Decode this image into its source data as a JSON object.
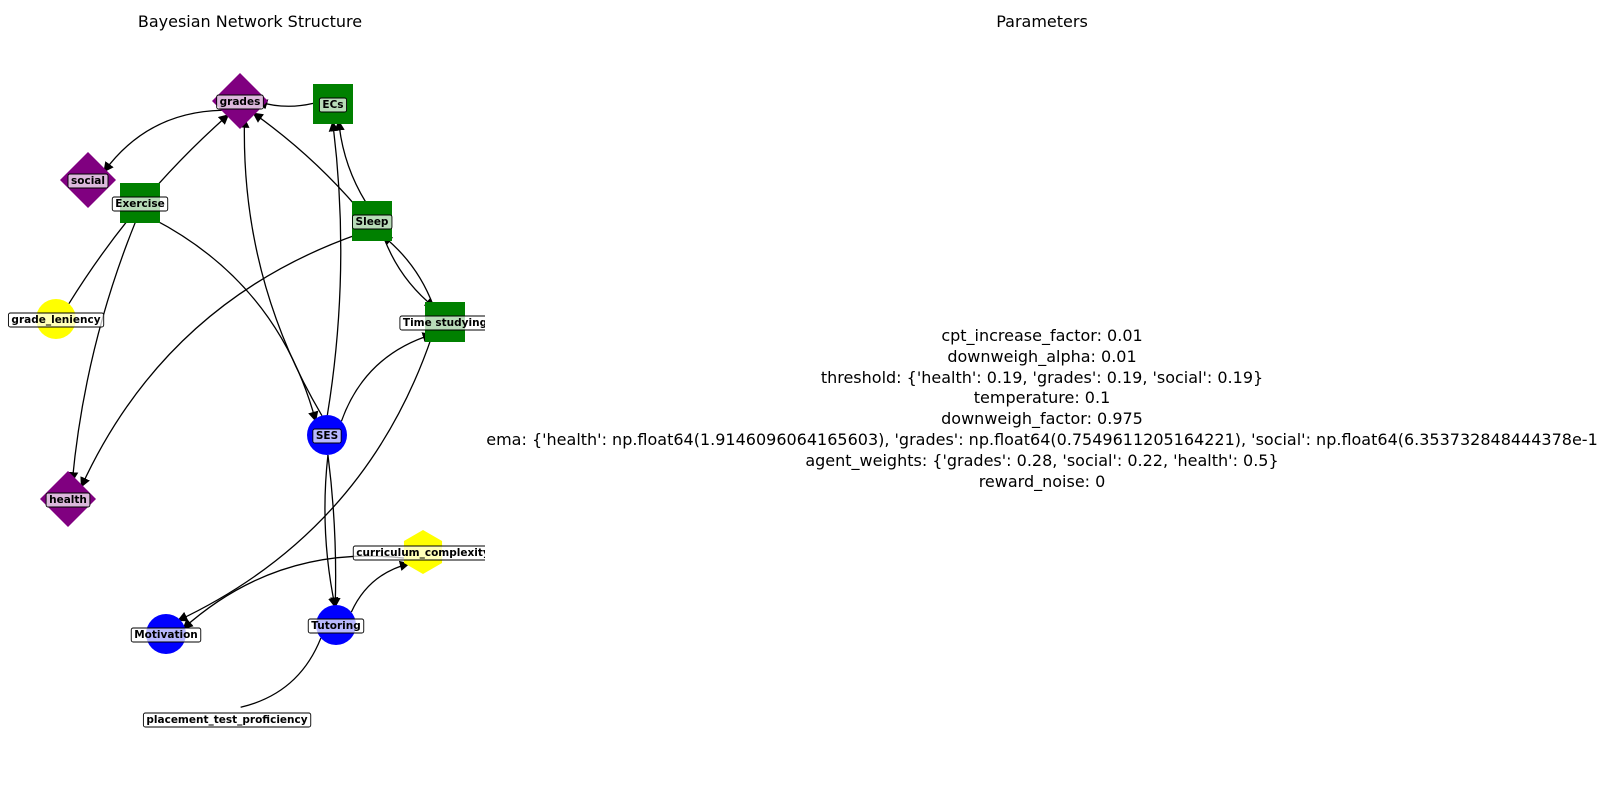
{
  "titles": {
    "structure": "Bayesian Network Structure",
    "parameters": "Parameters"
  },
  "colors": {
    "purple": "#800080",
    "green": "#008000",
    "blue": "#0000ff",
    "yellow": "#ffff00"
  },
  "nodes": [
    {
      "id": "grades",
      "label": "grades",
      "shape": "diamond",
      "color": "purple"
    },
    {
      "id": "ECs",
      "label": "ECs",
      "shape": "square",
      "color": "green"
    },
    {
      "id": "social",
      "label": "social",
      "shape": "diamond",
      "color": "purple"
    },
    {
      "id": "Exercise",
      "label": "Exercise",
      "shape": "square",
      "color": "green"
    },
    {
      "id": "Sleep",
      "label": "Sleep",
      "shape": "square",
      "color": "green"
    },
    {
      "id": "grade_leniency",
      "label": "grade_leniency",
      "shape": "circle",
      "color": "yellow"
    },
    {
      "id": "Time_studying",
      "label": "Time studying",
      "shape": "square",
      "color": "green"
    },
    {
      "id": "SES",
      "label": "SES",
      "shape": "circle",
      "color": "blue"
    },
    {
      "id": "health",
      "label": "health",
      "shape": "diamond",
      "color": "purple"
    },
    {
      "id": "curriculum_complexity",
      "label": "curriculum_complexity",
      "shape": "hexagon",
      "color": "yellow"
    },
    {
      "id": "Motivation",
      "label": "Motivation",
      "shape": "circle",
      "color": "blue"
    },
    {
      "id": "Tutoring",
      "label": "Tutoring",
      "shape": "circle",
      "color": "blue"
    },
    {
      "id": "placement_test_proficiency",
      "label": "placement_test_proficiency",
      "shape": "none",
      "color": "none"
    }
  ],
  "edges": [
    [
      "ECs",
      "grades"
    ],
    [
      "grades",
      "social"
    ],
    [
      "grade_leniency",
      "grades"
    ],
    [
      "Exercise",
      "health"
    ],
    [
      "Exercise",
      "SES"
    ],
    [
      "Sleep",
      "grades"
    ],
    [
      "Sleep",
      "ECs"
    ],
    [
      "Sleep",
      "health"
    ],
    [
      "Sleep",
      "Time_studying"
    ],
    [
      "Time_studying",
      "Sleep"
    ],
    [
      "SES",
      "grades"
    ],
    [
      "SES",
      "ECs"
    ],
    [
      "SES",
      "Time_studying"
    ],
    [
      "SES",
      "Tutoring"
    ],
    [
      "SES",
      "Tutoring"
    ],
    [
      "Time_studying",
      "Motivation"
    ],
    [
      "curriculum_complexity",
      "Motivation"
    ],
    [
      "Tutoring",
      "curriculum_complexity"
    ],
    [
      "Tutoring",
      "placement_test_proficiency"
    ]
  ],
  "parameters": [
    "cpt_increase_factor: 0.01",
    "downweigh_alpha: 0.01",
    "threshold: {'health': 0.19, 'grades': 0.19, 'social': 0.19}",
    "temperature: 0.1",
    "downweigh_factor: 0.975",
    "ema: {'health': np.float64(1.9146096064165603), 'grades': np.float64(0.7549611205164221), 'social': np.float64(6.353732848444378e-1",
    "agent_weights: {'grades': 0.28, 'social': 0.22, 'health': 0.5}",
    "reward_noise: 0"
  ]
}
